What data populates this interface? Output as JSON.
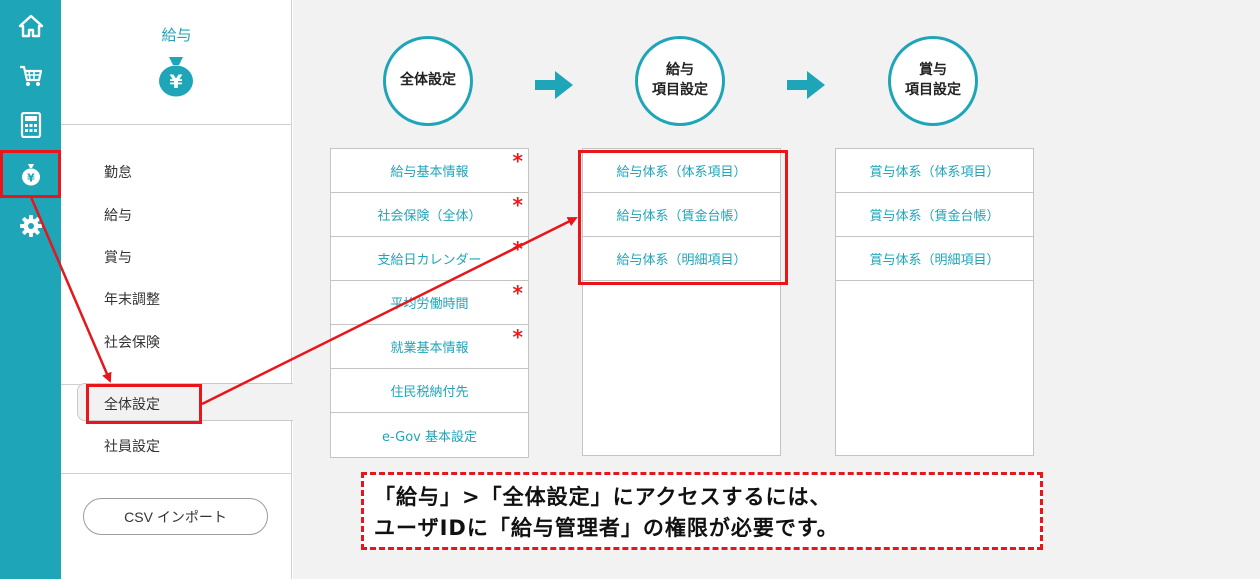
{
  "sidebar_rail": {
    "items": [
      {
        "icon": "home-icon"
      },
      {
        "icon": "cart-icon"
      },
      {
        "icon": "calculator-icon"
      },
      {
        "icon": "money-bag-yen-icon",
        "active": true
      },
      {
        "icon": "gear-icon"
      }
    ]
  },
  "submenu": {
    "title": "給与",
    "icon": "money-bag-yen-icon",
    "items": [
      "勤怠",
      "給与",
      "賞与",
      "年末調整",
      "社会保険"
    ],
    "items2": [
      "全体設定",
      "社員設定"
    ],
    "active_item": "全体設定",
    "csv_button": "CSV インポート"
  },
  "main": {
    "steps": [
      "全体設定",
      "給与\n項目設定",
      "賞与\n項目設定"
    ],
    "panels": [
      {
        "rows": [
          {
            "label": "給与基本情報",
            "required": true
          },
          {
            "label": "社会保険（全体）",
            "required": true
          },
          {
            "label": "支給日カレンダー",
            "required": true
          },
          {
            "label": "平均労働時間",
            "required": true
          },
          {
            "label": "就業基本情報",
            "required": true
          },
          {
            "label": "住民税納付先",
            "required": false
          },
          {
            "label": "e-Gov 基本設定",
            "required": false
          }
        ]
      },
      {
        "rows": [
          {
            "label": "給与体系（体系項目）"
          },
          {
            "label": "給与体系（賃金台帳）"
          },
          {
            "label": "給与体系（明細項目）"
          }
        ]
      },
      {
        "rows": [
          {
            "label": "賞与体系（体系項目）"
          },
          {
            "label": "賞与体系（賃金台帳）"
          },
          {
            "label": "賞与体系（明細項目）"
          }
        ]
      }
    ],
    "required_mark": "*"
  },
  "annotation": {
    "line1": "「給与」>「全体設定」にアクセスするには、",
    "line2": "ユーザIDに「給与管理者」の権限が必要です。"
  },
  "colors": {
    "accent": "#1fa5b8",
    "annotation_red": "#e8151b",
    "required_red": "#e02020"
  }
}
